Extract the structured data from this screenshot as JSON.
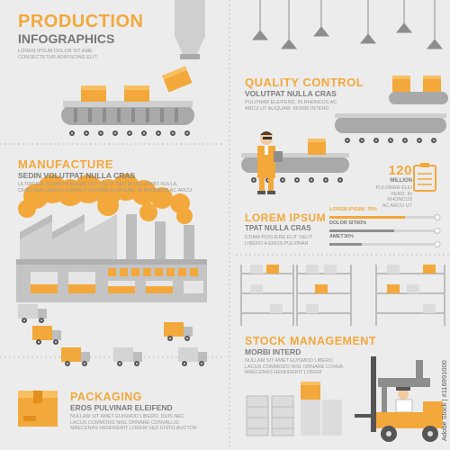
{
  "header": {
    "title": "PRODUCTION",
    "subtitle": "INFOGRAPHICS",
    "lines": [
      "LOREM IPSUM DOLOR SIT AME",
      "CONSECTETUR ADIPISCING ELIT."
    ]
  },
  "manufacture": {
    "title": "MANUFACTURE",
    "subtitle": "SEDIN VOLUTPAT NULLA CRAS",
    "lines": [
      "ULTRICIES, ETIAM POSUERE ELIT VELIT. SED IN VOLUTPAT NULLA.",
      "CRAS NON LIBERO A EROS PULVINAR ELEIFEND. IN RHONCUS AC ARCU"
    ]
  },
  "quality": {
    "title": "QUALITY CONTROL",
    "subtitle": "VOLUTPAT NULLA CRAS",
    "lines": [
      "PULVINAR ELEIFEND. IN RHONCUS AC",
      "ARCU UT ALIQUAM. MORBI INTERD"
    ]
  },
  "stat": {
    "number": "120",
    "unit": "MILLION",
    "lines": [
      "PULVINAR ELEI",
      "FEND. IN RHONCUS",
      "AC ARCU UT"
    ]
  },
  "lorem": {
    "title": "LOREM IPSUM",
    "subtitle": "TPAT NULLA CRAS",
    "lines": [
      "ETIAM POSUERE ELIT VELIT",
      "LIBERO A EROS PULVINAR"
    ]
  },
  "bars": [
    {
      "label": "LOREM IPSUM",
      "percent": 70,
      "color": "#f2a83a"
    },
    {
      "label": "DOLOR SIT",
      "percent": 60,
      "color": "#8d8d8d"
    },
    {
      "label": "AMET",
      "percent": 30,
      "color": "#8d8d8d"
    }
  ],
  "stock": {
    "title": "STOCK MANAGEMENT",
    "subtitle": "MORBI INTERD",
    "lines": [
      "NULLAM SIT AMET EUISMOD LIBERO.",
      "LACUS COMMODO NISL ORNARE CONVA",
      "MAECENAS HENDRERIT LOREM"
    ]
  },
  "packaging": {
    "title": "PACKAGING",
    "subtitle": "EROS PULVINAR ELEIFEND",
    "lines": [
      "NULLAM SIT AMET EUISMOD LIBERO. DUIS NEC",
      "LACUS COMMODO NISL ORNARE CONVALLIS.",
      "MAECENAS HENDRERIT LOREM SED IUSTO AUCTOR"
    ]
  },
  "watermark": "Adobe Stock | #116991000",
  "colors": {
    "accent": "#f2a83a",
    "background": "#ececec",
    "gray": "#8d8d8d",
    "dark": "#555555"
  }
}
